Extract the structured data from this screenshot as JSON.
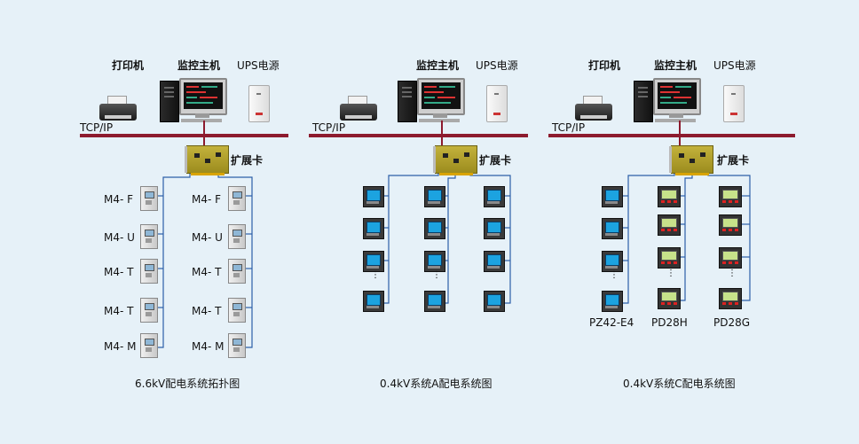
{
  "labels": {
    "printer": "打印机",
    "host": "监控主机",
    "ups": "UPS电源",
    "tcpip": "TCP/IP",
    "card": "扩展卡",
    "ellipsis": "⋮"
  },
  "sectionA": {
    "caption": "6.6kV配电系统拓扑图",
    "left_devices": [
      "M4- F",
      "M4- U",
      "M4- T",
      "M4- T",
      "M4- M"
    ],
    "right_devices": [
      "M4- F",
      "M4- U",
      "M4- T",
      "M4- T",
      "M4- M"
    ]
  },
  "sectionB": {
    "caption": "0.4kV系统A配电系统图"
  },
  "sectionC": {
    "caption": "0.4kV系统C配电系统图",
    "columns": [
      "PZ42-E4",
      "PD28H",
      "PD28G"
    ]
  },
  "colors": {
    "bus": "#8d1b2e",
    "wire": "#2c5fa8",
    "background": "#e6f1f8"
  }
}
